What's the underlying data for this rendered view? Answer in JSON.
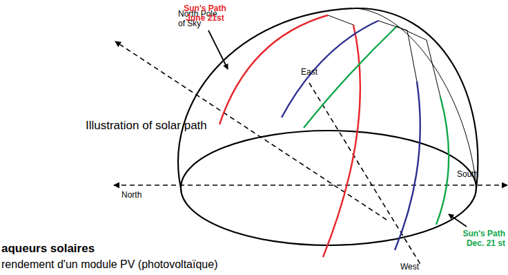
{
  "diagram": {
    "labels": [
      "North Pole of Sky",
      "Sun's Path June 21st",
      "East",
      "Illustration of solar path",
      "South",
      "North",
      "Sun's Path Dec. 21 st",
      "aqueurs solaires",
      "West",
      "rendement d'un module PV (photovoltaïque)"
    ]
  }
}
